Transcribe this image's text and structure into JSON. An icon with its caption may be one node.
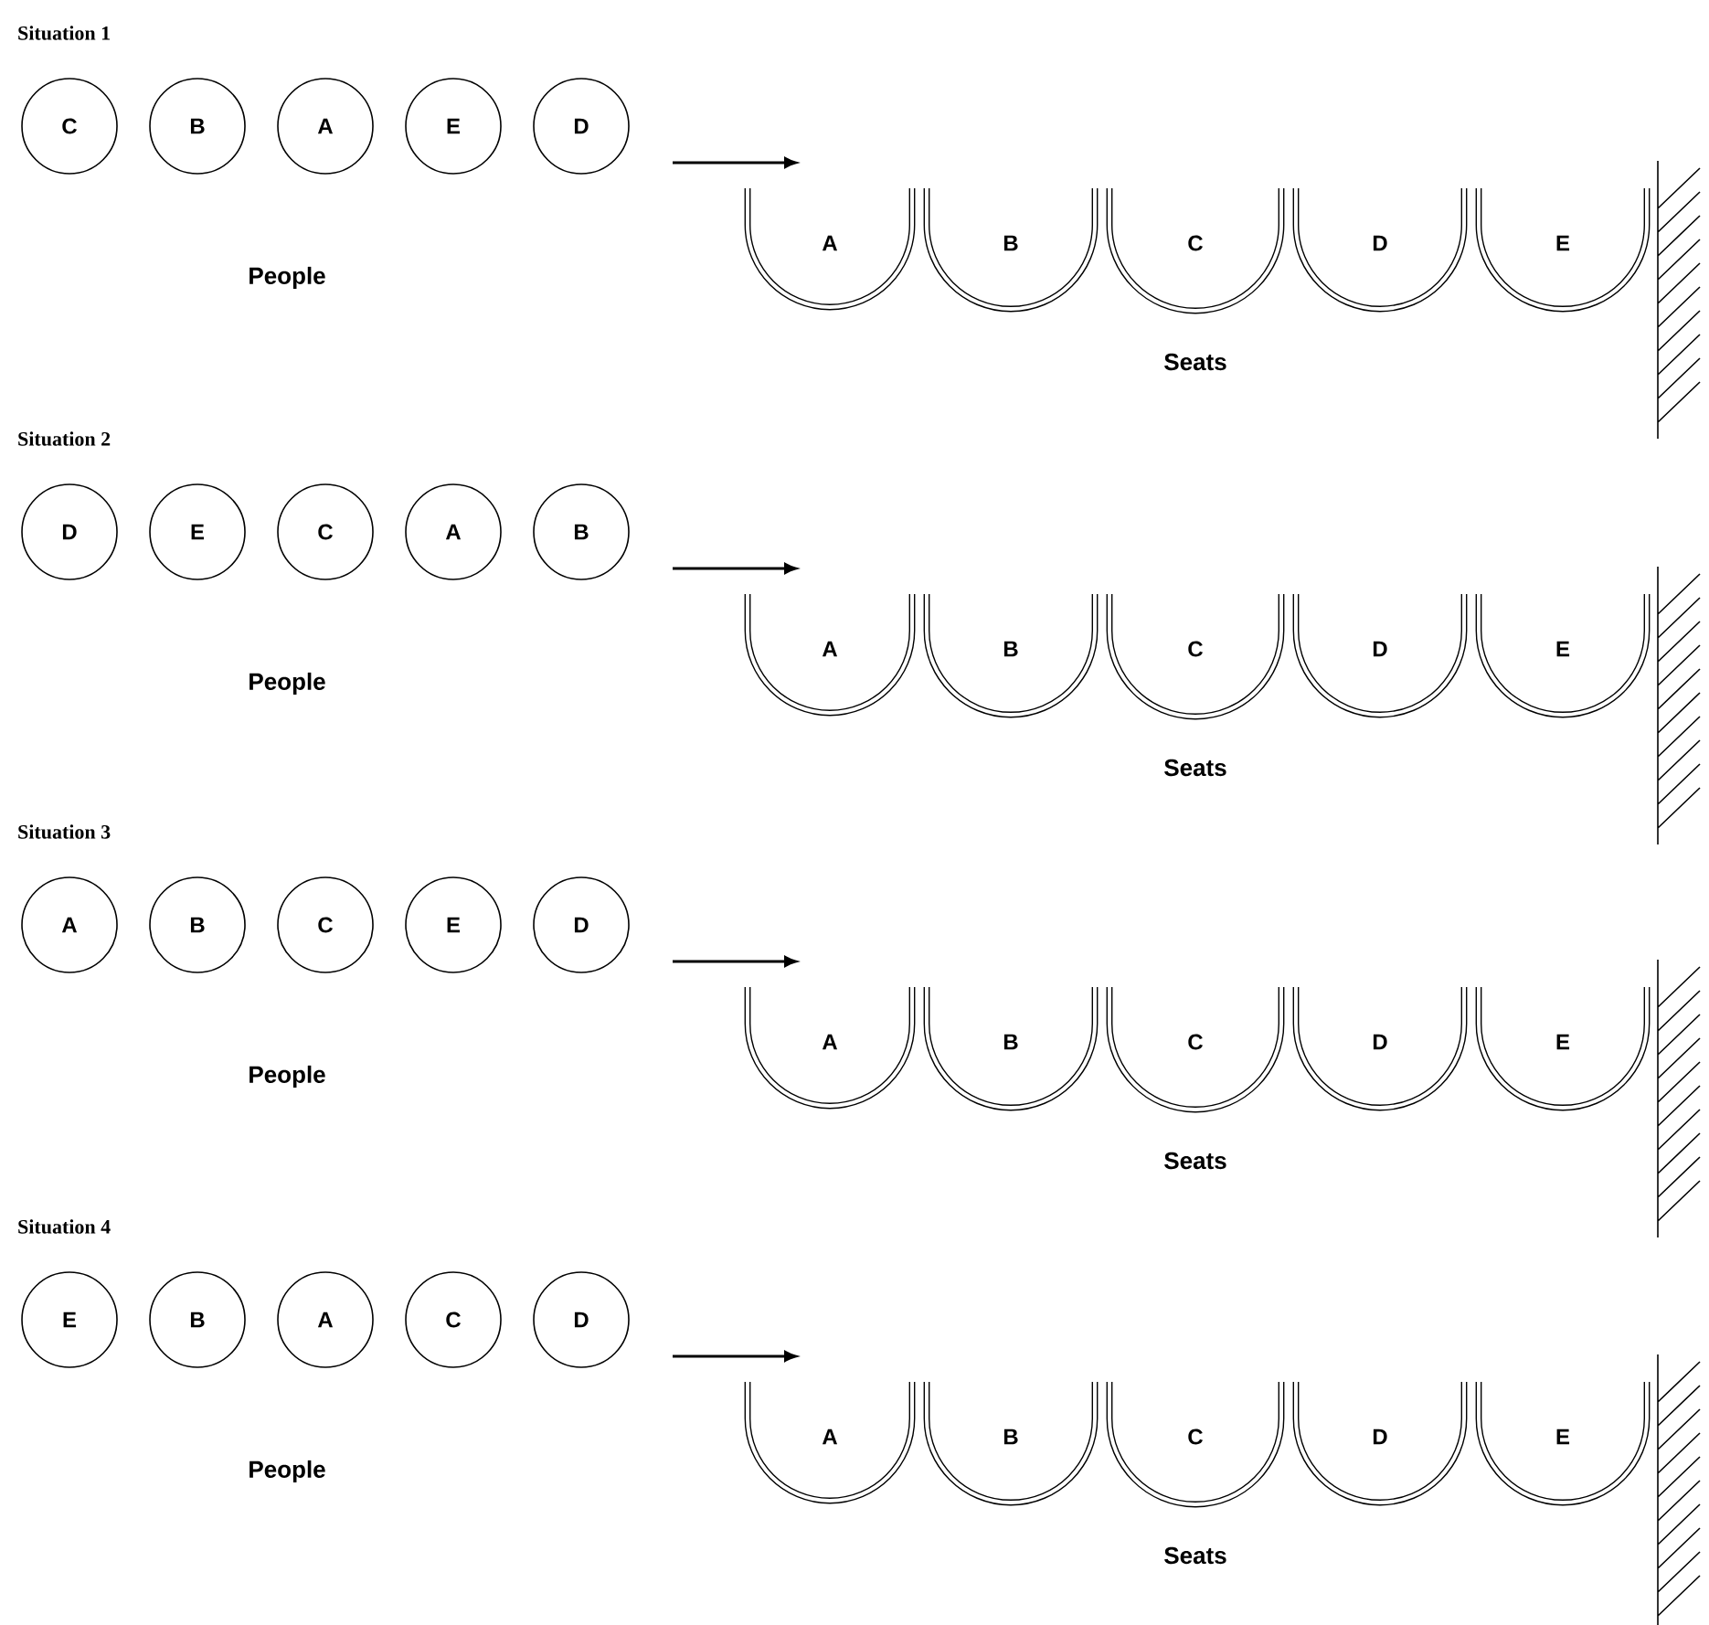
{
  "diagram": {
    "nodes": [
      {
        "text": [
          "C"
        ]
      },
      {
        "text": [
          "B"
        ]
      },
      {
        "text": [
          "A"
        ]
      },
      {
        "text": [
          "E"
        ]
      },
      {
        "text": [
          "D"
        ]
      },
      {
        "text": [
          "A"
        ]
      },
      {
        "text": [
          "B"
        ]
      },
      {
        "text": [
          "C"
        ]
      },
      {
        "text": [
          "D"
        ]
      },
      {
        "text": [
          "E"
        ]
      },
      {
        "text": [
          "D"
        ]
      },
      {
        "text": [
          "E"
        ]
      },
      {
        "text": [
          "C"
        ]
      },
      {
        "text": [
          "A"
        ]
      },
      {
        "text": [
          "B"
        ]
      },
      {
        "text": [
          "A"
        ]
      },
      {
        "text": [
          "B"
        ]
      },
      {
        "text": [
          "C"
        ]
      },
      {
        "text": [
          "D"
        ]
      },
      {
        "text": [
          "E"
        ]
      },
      {
        "text": [
          "A"
        ]
      },
      {
        "text": [
          "B"
        ]
      },
      {
        "text": [
          "C"
        ]
      },
      {
        "text": [
          "E"
        ]
      },
      {
        "text": [
          "D"
        ]
      },
      {
        "text": [
          "A"
        ]
      },
      {
        "text": [
          "B"
        ]
      },
      {
        "text": [
          "C"
        ]
      },
      {
        "text": [
          "D"
        ]
      },
      {
        "text": [
          "E"
        ]
      },
      {
        "text": [
          "E"
        ]
      },
      {
        "text": [
          "B"
        ]
      },
      {
        "text": [
          "A"
        ]
      },
      {
        "text": [
          "C"
        ]
      },
      {
        "text": [
          "D"
        ]
      },
      {
        "text": [
          "A"
        ]
      },
      {
        "text": [
          "B"
        ]
      },
      {
        "text": [
          "C"
        ]
      },
      {
        "text": [
          "D"
        ]
      },
      {
        "text": [
          "E"
        ]
      }
    ],
    "edges": [],
    "labels": [
      "Situation 1",
      "People",
      "Seats",
      "Situation 2",
      "People",
      "Seats",
      "Situation 3",
      "People",
      "Seats",
      "Situation 4",
      "People",
      "Seats"
    ]
  }
}
